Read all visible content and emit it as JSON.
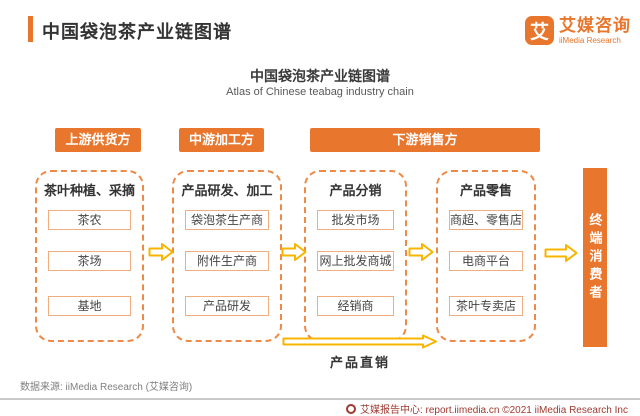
{
  "header": {
    "title": "中国袋泡茶产业链图谱",
    "logo": {
      "icon_glyph": "艾",
      "brand_cn": "艾媒咨询",
      "brand_en": "iiMedia Research"
    }
  },
  "diagram": {
    "title": "中国袋泡茶产业链图谱",
    "subtitle": "Atlas of Chinese teabag industry chain",
    "stages": [
      {
        "label": "上游供货方"
      },
      {
        "label": "中游加工方"
      },
      {
        "label": "下游销售方"
      }
    ],
    "columns": [
      {
        "header": "茶叶种植、采摘",
        "items": [
          "茶农",
          "茶场",
          "基地"
        ]
      },
      {
        "header": "产品研发、加工",
        "items": [
          "袋泡茶生产商",
          "附件生产商",
          "产品研发"
        ]
      },
      {
        "header": "产品分销",
        "items": [
          "批发市场",
          "网上批发商城",
          "经销商"
        ]
      },
      {
        "header": "产品零售",
        "items": [
          "商超、零售店",
          "电商平台",
          "茶叶专卖店"
        ]
      }
    ],
    "end_consumer_label": "终端消费者",
    "direct_sales_label": "产品直销"
  },
  "footer": {
    "data_source": "数据来源: iiMedia Research (艾媒咨询)",
    "report_note": "艾媒报告中心: report.iimedia.cn ©2021 iiMedia Research Inc"
  },
  "colors": {
    "brand_orange": "#E8762C",
    "dashed_border": "#ED8A47",
    "item_border": "#F0AE80",
    "arrow_gold": "#F7B500",
    "footer_maroon": "#9C3A2F"
  }
}
